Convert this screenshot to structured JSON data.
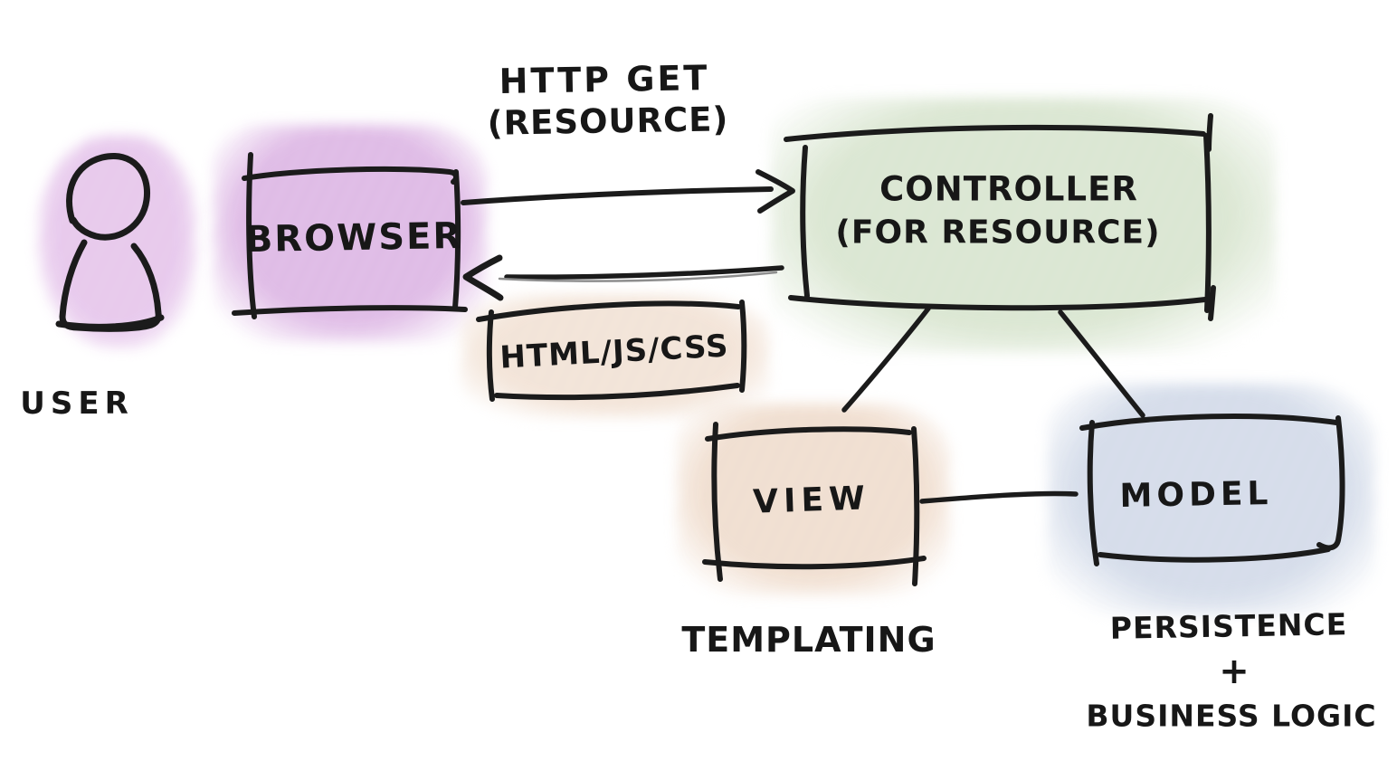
{
  "background": "#ffffff",
  "ink": "#1b1b1b",
  "nodes": {
    "user": {
      "label": "USER",
      "color": "#e3bfe9"
    },
    "browser": {
      "label": "BROWSER",
      "color": "#d9aee1"
    },
    "controller": {
      "label_line1": "CONTROLLER",
      "label_line2": "(FOR RESOURCE)",
      "color": "#d4e2ca"
    },
    "view": {
      "label": "VIEW",
      "annotation": "TEMPLATING",
      "color": "#eed9c8"
    },
    "model": {
      "label": "MODEL",
      "annotation_line1": "PERSISTENCE",
      "annotation_line2": "+",
      "annotation_line3": "BUSINESS LOGIC",
      "color": "#cdd6e6"
    }
  },
  "edges": {
    "request": {
      "from": "BROWSER",
      "to": "CONTROLLER",
      "label_line1": "HTTP GET",
      "label_line2": "(RESOURCE)",
      "directed": true
    },
    "response": {
      "from": "CONTROLLER",
      "to": "BROWSER",
      "label": "HTML/JS/CSS",
      "directed": true
    },
    "controller_view": {
      "from": "CONTROLLER",
      "to": "VIEW",
      "directed": false
    },
    "controller_model": {
      "from": "CONTROLLER",
      "to": "MODEL",
      "directed": false
    },
    "view_model": {
      "from": "VIEW",
      "to": "MODEL",
      "directed": false
    }
  }
}
